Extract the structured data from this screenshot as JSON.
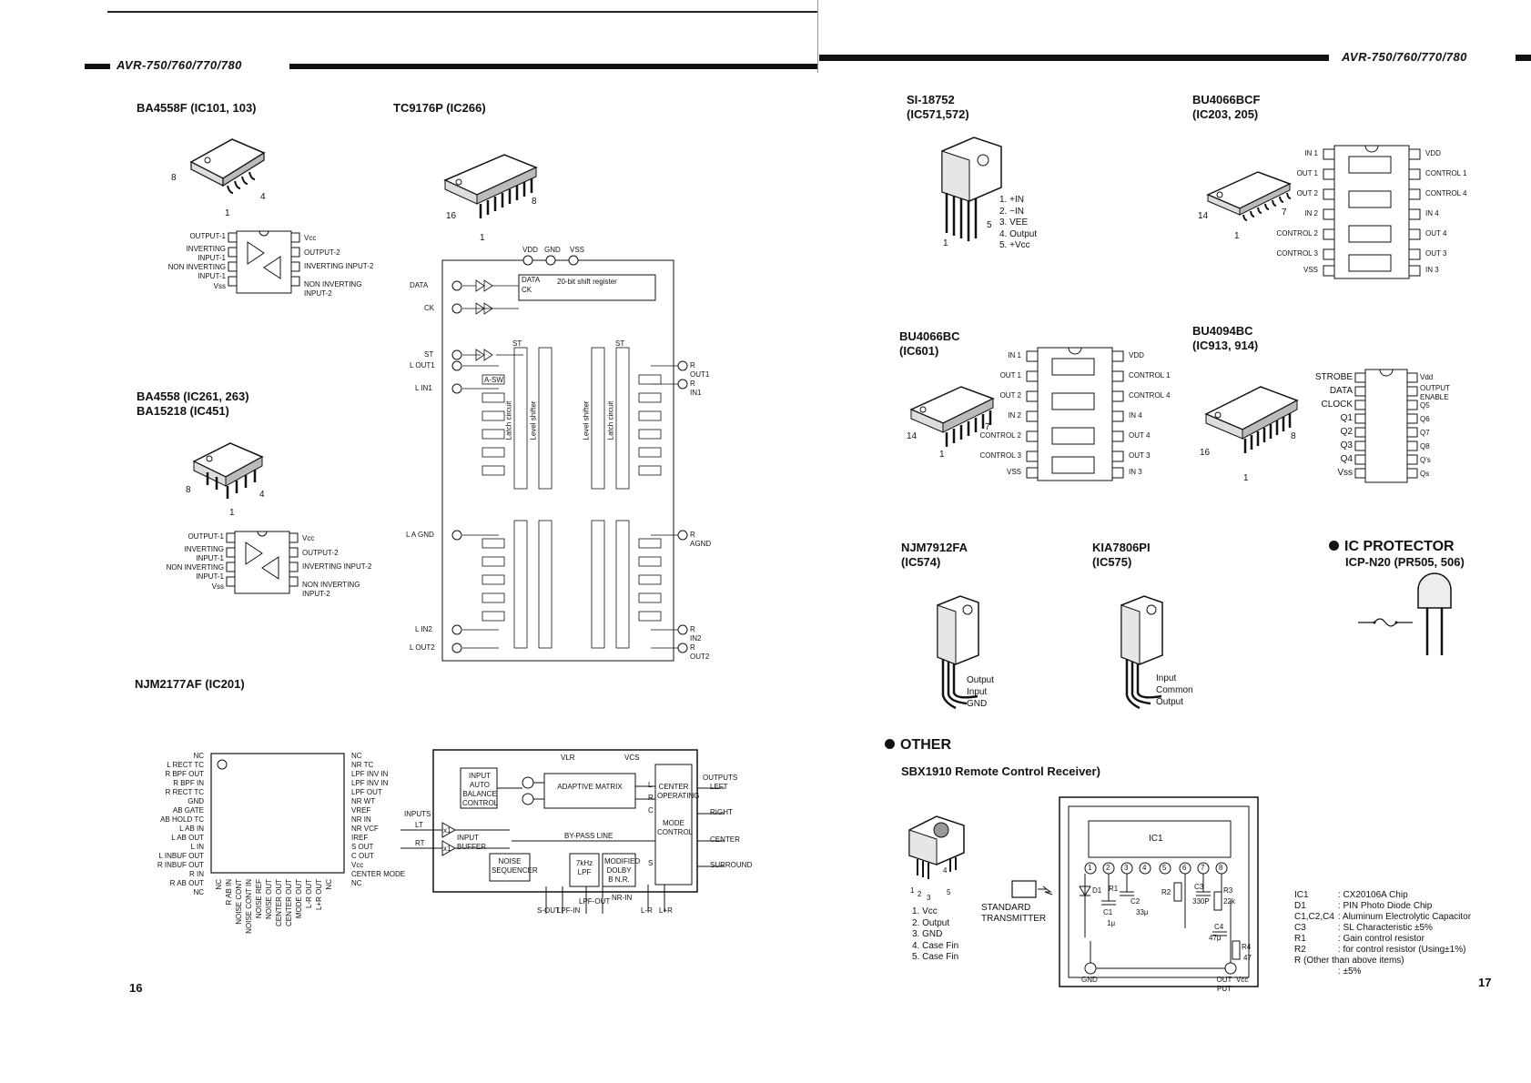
{
  "header": {
    "left_title": "AVR-750/760/770/780",
    "right_title": "AVR-750/760/770/780"
  },
  "page_numbers": {
    "left": "16",
    "right": "17"
  },
  "left": {
    "ba4558f": {
      "title": "BA4558F (IC101, 103)",
      "pin_labels": {
        "p8": "8",
        "p4": "4",
        "p1": "1"
      },
      "pins_left": [
        "OUTPUT-1",
        "INVERTING INPUT-1",
        "NON INVERTING INPUT-1",
        "Vss"
      ],
      "pins_right": [
        "Vcc",
        "OUTPUT-2",
        "INVERTING INPUT-2",
        "NON INVERTING INPUT-2"
      ]
    },
    "ba4558": {
      "title_line1": "BA4558 (IC261, 263)",
      "title_line2": "BA15218 (IC451)",
      "pin_labels": {
        "p8": "8",
        "p4": "4",
        "p1": "1"
      },
      "pins_left": [
        "OUTPUT-1",
        "INVERTING INPUT-1",
        "NON INVERTING INPUT-1",
        "Vss"
      ],
      "pins_right": [
        "Vcc",
        "OUTPUT-2",
        "INVERTING INPUT-2",
        "NON INVERTING INPUT-2"
      ]
    },
    "tc9176p": {
      "title": "TC9176P (IC266)",
      "pin_labels": {
        "p16": "16",
        "p8": "8",
        "p1": "1"
      },
      "top_pins": [
        "VDD",
        "GND",
        "VSS"
      ],
      "left_pins": [
        "DATA",
        "CK",
        "ST",
        "L OUT1",
        "L IN1",
        "L A GND",
        "L IN2",
        "L OUT2"
      ],
      "right_pins": [
        "R OUT1",
        "R IN1",
        "R AGND",
        "R IN2",
        "R OUT2"
      ],
      "register_label": "20-bit shift register",
      "register_data": "DATA",
      "register_ck": "CK",
      "blocks": [
        "Latch circuit",
        "Level shifter",
        "Level shifter",
        "Latch circuit"
      ],
      "switch_label": "A-SW",
      "st_label": "ST"
    },
    "njm2177af": {
      "title": "NJM2177AF (IC201)",
      "left_pins": [
        "NC",
        "L RECT TC",
        "R BPF OUT",
        "R BPF IN",
        "R RECT TC",
        "GND",
        "AB GATE",
        "AB HOLD TC",
        "L AB IN",
        "L AB OUT",
        "L IN",
        "L INBUF OUT",
        "R INBUF OUT",
        "R IN",
        "R AB OUT",
        "NC"
      ],
      "right_pins": [
        "NC",
        "NR TC",
        "LPF INV IN",
        "LPF INV IN",
        "LPF OUT",
        "NR WT",
        "VREF",
        "NR IN",
        "NR VCF",
        "IREF",
        "S OUT",
        "C OUT",
        "Vcc",
        "CENTER MODE",
        "NC"
      ],
      "bottom_pins": [
        "NC",
        "R AB IN",
        "NOISE CONT",
        "NOISE CONT IN",
        "NOISE REF",
        "NOISE OUT",
        "CENTER OUT",
        "CENTER OUT",
        "MODE OUT",
        "L-R OUT",
        "L+R OUT",
        "NC"
      ]
    },
    "block": {
      "blocks": [
        "INPUT AUTO BALANCE CONTROL",
        "ADAPTIVE MATRIX",
        "CENTER OPERATING",
        "MODE CONTROL",
        "INPUT BUFFER",
        "NOISE SEQUENCER",
        "7kHz LPF",
        "MODIFIED DOLBY B N.R."
      ],
      "labels": [
        "VLR",
        "VCS",
        "BY-PASS LINE",
        "INPUTS",
        "LT",
        "RT",
        "OUTPUTS",
        "LEFT",
        "RIGHT",
        "CENTER",
        "SURROUND",
        "S-OUT",
        "LPF-IN",
        "LPF-OUT",
        "NR-IN",
        "L-R",
        "L+R",
        "L",
        "R",
        "C",
        "S",
        "x1",
        "x1"
      ]
    }
  },
  "right": {
    "si18752": {
      "title_line1": "SI-18752",
      "title_line2": "(IC571,572)",
      "pins": [
        "1. +IN",
        "2. −IN",
        "3. VEE",
        "4. Output",
        "5. +Vcc"
      ],
      "pin_labels": {
        "p1": "1",
        "p5": "5"
      }
    },
    "bu4066bcf": {
      "title_line1": "BU4066BCF",
      "title_line2": "(IC203, 205)",
      "pins_left": [
        "IN 1",
        "OUT 1",
        "OUT 2",
        "IN 2",
        "CONTROL 2",
        "CONTROL 3",
        "VSS"
      ],
      "pins_right": [
        "VDD",
        "CONTROL 1",
        "CONTROL 4",
        "IN 4",
        "OUT 4",
        "OUT 3",
        "IN 3"
      ],
      "pin_labels": {
        "p14": "14",
        "p7": "7",
        "p1": "1"
      }
    },
    "bu4066bc": {
      "title_line1": "BU4066BC",
      "title_line2": "(IC601)",
      "pins_left": [
        "IN 1",
        "OUT 1",
        "OUT 2",
        "IN 2",
        "CONTROL 2",
        "CONTROL 3",
        "VSS"
      ],
      "pins_right": [
        "VDD",
        "CONTROL 1",
        "CONTROL 4",
        "IN 4",
        "OUT 4",
        "OUT 3",
        "IN 3"
      ],
      "pin_labels": {
        "p14": "14",
        "p7": "7",
        "p1": "1"
      }
    },
    "bu4094bc": {
      "title_line1": "BU4094BC",
      "title_line2": "(IC913, 914)",
      "pins_left": [
        "STROBE",
        "DATA",
        "CLOCK",
        "Q1",
        "Q2",
        "Q3",
        "Q4",
        "Vss"
      ],
      "pins_right": [
        "Vdd",
        "OUTPUT ENABLE",
        "Q5",
        "Q6",
        "Q7",
        "Q8",
        "Q's",
        "Qs"
      ],
      "pin_labels": {
        "p16": "16",
        "p8": "8",
        "p1": "1"
      }
    },
    "njm7912fa": {
      "title_line1": "NJM7912FA",
      "title_line2": "(IC574)",
      "pins": [
        "Output",
        "Input",
        "GND"
      ]
    },
    "kia7806pi": {
      "title_line1": "KIA7806PI",
      "title_line2": "(IC575)",
      "pins": [
        "Input",
        "Common",
        "Output"
      ]
    },
    "protector": {
      "heading": "IC PROTECTOR",
      "part": "ICP-N20 (PR505, 506)"
    },
    "other": {
      "heading": "OTHER",
      "title": "SBX1910 Remote Control Receiver)",
      "pins": [
        "1. Vcc",
        "2. Output",
        "3. GND",
        "4. Case Fin",
        "5. Case Fin"
      ],
      "module_pin_labels": {
        "p1": "1",
        "p2": "2",
        "p3": "3",
        "p4": "4",
        "p5": "5"
      },
      "transmitter": "STANDARD TRANSMITTER",
      "ic_label": "IC1",
      "gnd": "GND",
      "out": "OUT PUT",
      "vcc": "Vcc",
      "components": [
        "D1",
        "R1",
        "C1",
        "C2",
        "R2",
        "C3",
        "R3",
        "C4",
        "R4"
      ],
      "component_values": [
        "1μ",
        "33μ",
        "330P",
        "22k",
        "47μ",
        "47"
      ],
      "node_numbers": [
        "1",
        "2",
        "3",
        "4",
        "5",
        "6",
        "7",
        "8"
      ],
      "legend": [
        [
          "IC1",
          ": CX20106A Chip"
        ],
        [
          "D1",
          ": PIN Photo Diode Chip"
        ],
        [
          "C1,C2,C4",
          ": Aluminum Electrolytic Capacitor"
        ],
        [
          "C3",
          ": SL Characteristic ±5%"
        ],
        [
          "R1",
          ": Gain control resistor"
        ],
        [
          "R2",
          ": for control resistor (Using±1%)"
        ],
        [
          "R (Other than above items)",
          ""
        ],
        [
          "",
          ": ±5%"
        ]
      ]
    }
  }
}
